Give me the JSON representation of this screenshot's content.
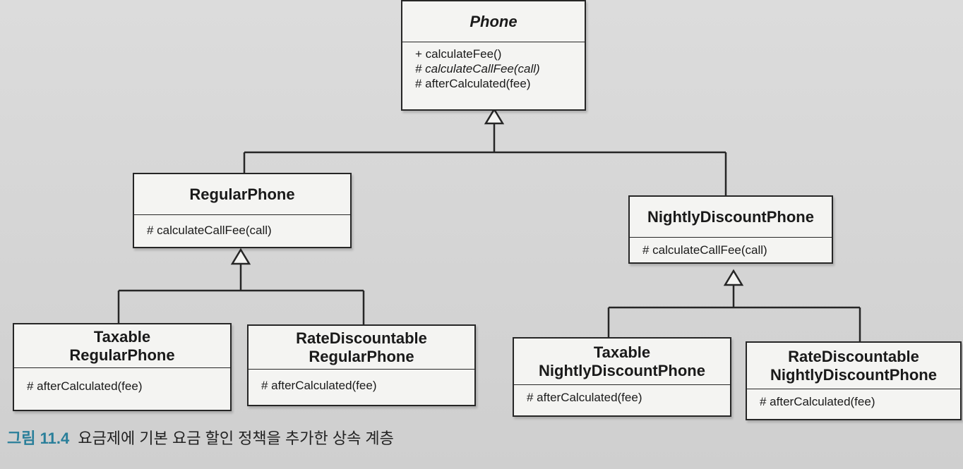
{
  "diagram": {
    "classes": {
      "phone": {
        "name": "Phone",
        "operations": [
          "+ calculateFee()",
          "# calculateCallFee(call)",
          "# afterCalculated(fee)"
        ]
      },
      "regular_phone": {
        "name": "RegularPhone",
        "operations": [
          "# calculateCallFee(call)"
        ]
      },
      "nightly_discount_phone": {
        "name": "NightlyDiscountPhone",
        "operations": [
          "# calculateCallFee(call)"
        ]
      },
      "taxable_regular_phone": {
        "name_line1": "Taxable",
        "name_line2": "RegularPhone",
        "operations": [
          "# afterCalculated(fee)"
        ]
      },
      "rate_discountable_regular_phone": {
        "name_line1": "RateDiscountable",
        "name_line2": "RegularPhone",
        "operations": [
          "# afterCalculated(fee)"
        ]
      },
      "taxable_nightly_discount_phone": {
        "name_line1": "Taxable",
        "name_line2": "NightlyDiscountPhone",
        "operations": [
          "# afterCalculated(fee)"
        ]
      },
      "rate_discountable_nightly_discount_phone": {
        "name_line1": "RateDiscountable",
        "name_line2": "NightlyDiscountPhone",
        "operations": [
          "# afterCalculated(fee)"
        ]
      }
    }
  },
  "caption": {
    "figure_number": "그림 11.4",
    "title": "요금제에 기본 요금 할인 정책을 추가한 상속 계층"
  },
  "colors": {
    "caption_accent": "#2a7f9a",
    "box_fill": "#f4f4f2",
    "line": "#262626"
  }
}
